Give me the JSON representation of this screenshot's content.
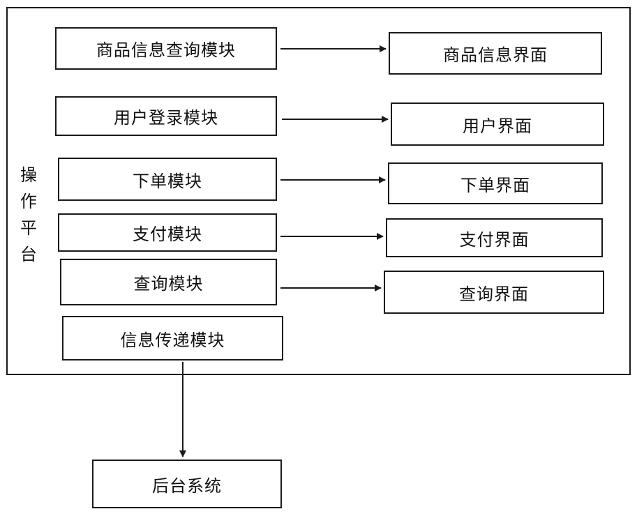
{
  "platform_label": "操作平台",
  "modules": [
    {
      "label": "商品信息查询模块",
      "target": "商品信息界面"
    },
    {
      "label": "用户登录模块",
      "target": "用户界面"
    },
    {
      "label": "下单模块",
      "target": "下单界面"
    },
    {
      "label": "支付模块",
      "target": "支付界面"
    },
    {
      "label": "查询模块",
      "target": "查询界面"
    }
  ],
  "transfer_module": "信息传递模块",
  "backend": "后台系统",
  "colors": {
    "line": "#1a1a1a",
    "background": "#ffffff"
  }
}
